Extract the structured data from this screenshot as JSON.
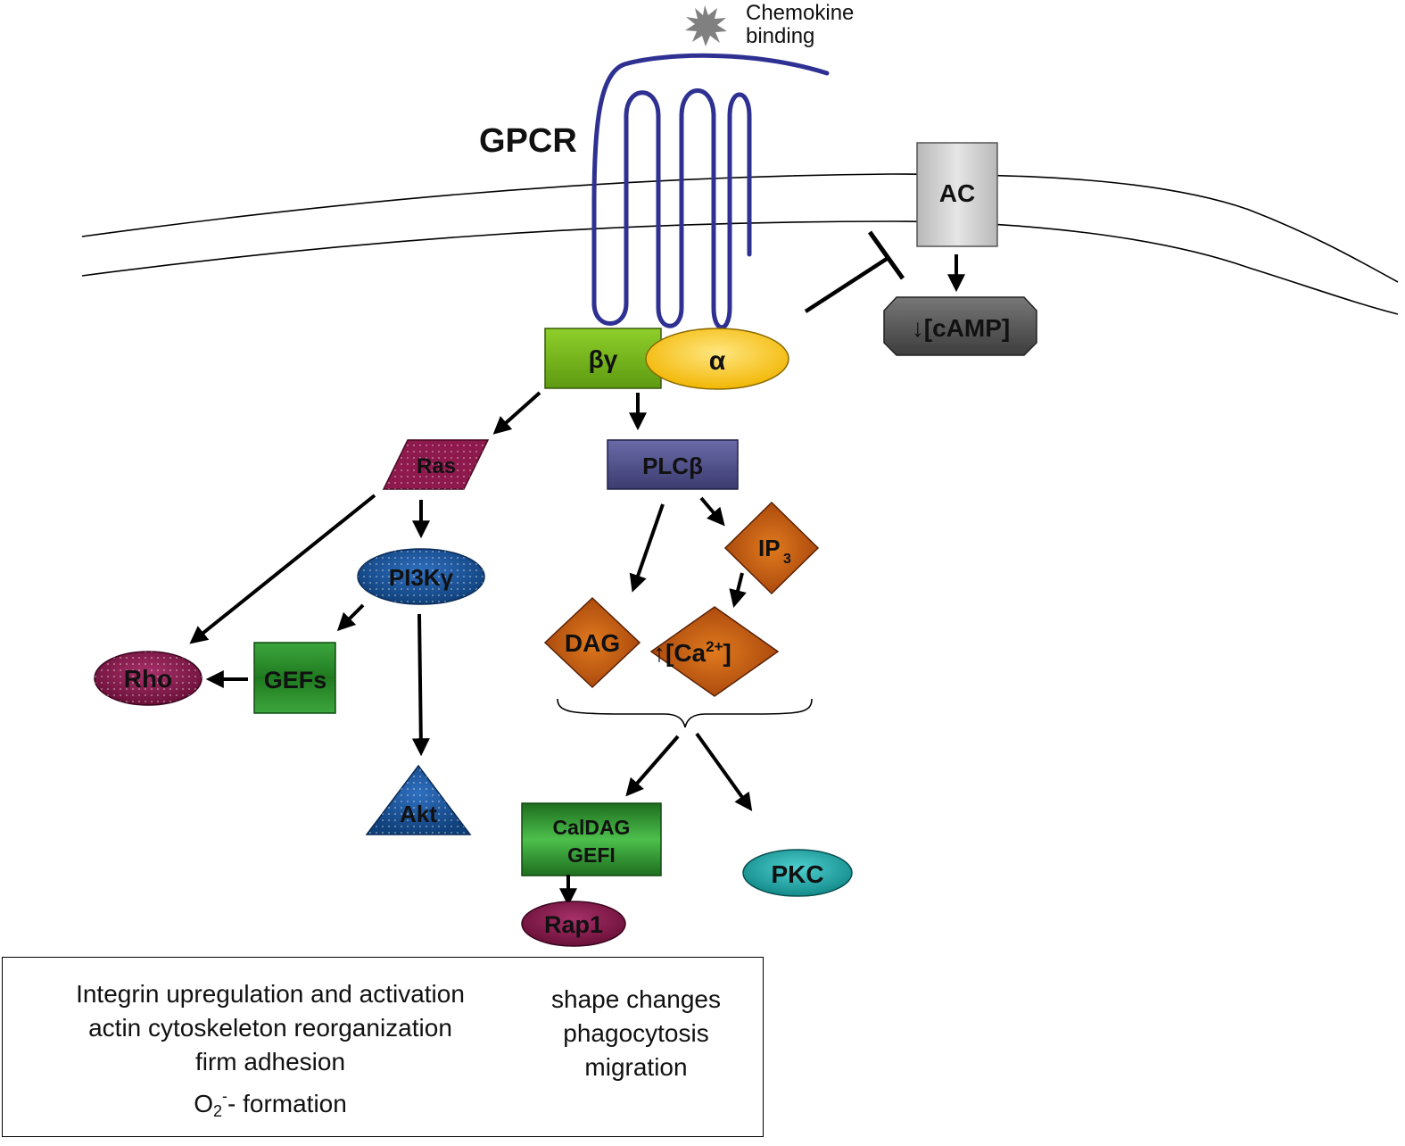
{
  "receptor": {
    "label": "GPCR",
    "ligand_label_line1": "Chemokine",
    "ligand_label_line2": "binding"
  },
  "g_protein": {
    "beta_gamma": "βγ",
    "alpha": "α"
  },
  "effectors": {
    "ac": "AC",
    "camp": "↓[cAMP]",
    "ras": "Ras",
    "plc": "PLCβ",
    "pi3k": "PI3Kγ",
    "ip3": "IP",
    "ip3_sub": "3",
    "dag": "DAG",
    "ca_prefix": "↑[Ca",
    "ca_sup": "2+",
    "ca_suffix": "]",
    "rho": "Rho",
    "gefs": "GEFs",
    "akt": "Akt",
    "caldag_line1": "CalDAG",
    "caldag_line2": "GEFI",
    "rap1": "Rap1",
    "pkc": "PKC"
  },
  "outcomes": {
    "left": {
      "line1": "Integrin upregulation and activation",
      "line2": "actin cytoskeleton reorganization",
      "line3": "firm adhesion",
      "line4_o": "O",
      "line4_sub": "2",
      "line4_sup": "-",
      "line4_rest": "- formation"
    },
    "right": {
      "line1": "shape changes",
      "line2": "phagocytosis",
      "line3": "migration"
    }
  },
  "colors": {
    "receptor": "#2e3192",
    "beta_gamma": "#7ab317",
    "alpha": "#f7c325",
    "ac": "#cfcfcf",
    "camp": "#555555",
    "ras": "#8e1a4d",
    "plc": "#4a4a80",
    "pi3k": "#1a4f8f",
    "orange": "#c0560c",
    "rho": "#7d1c4a",
    "gefs": "#2e8b2e",
    "akt": "#1f5f9a",
    "caldag": "#2f8a2f",
    "rap1": "#7d1c4a",
    "pkc": "#1aa3a3"
  }
}
